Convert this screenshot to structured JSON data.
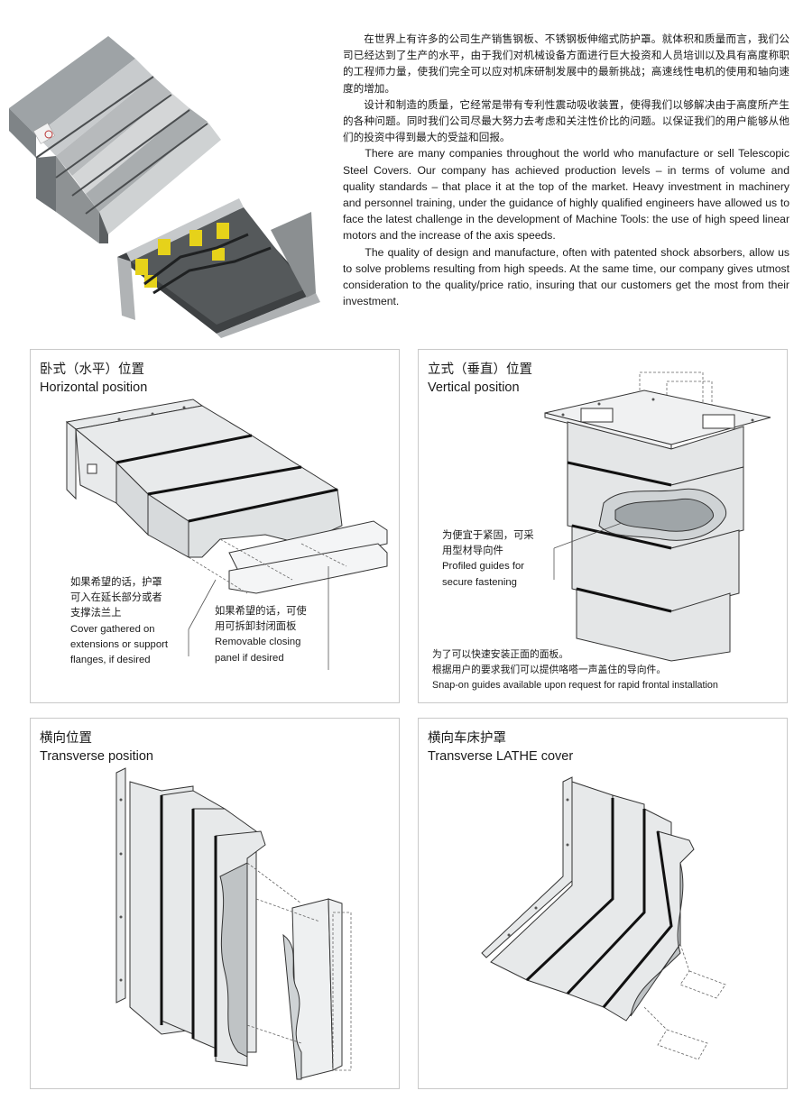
{
  "intro": {
    "zh_paragraphs": [
      "在世界上有许多的公司生产销售钢板、不锈钢板伸缩式防护罩。就体积和质量而言，我们公司已经达到了生产的水平，由于我们对机械设备方面进行巨大投资和人员培训以及具有高度称职的工程师力量，使我们完全可以应对机床研制发展中的最新挑战；高速线性电机的使用和轴向速度的增加。",
      "设计和制造的质量，它经常是带有专利性震动吸收装置，使得我们以够解决由于高度所产生的各种问题。同时我们公司尽最大努力去考虑和关注性价比的问题。以保证我们的用户能够从他们的投资中得到最大的受益和回报。"
    ],
    "en_paragraphs": [
      "There are many companies throughout the world who manufacture or sell Telescopic Steel Covers. Our company has achieved production levels – in terms of volume and quality standards – that place it at the top of the market. Heavy investment in machinery and personnel training, under the guidance of highly qualified engineers have allowed us to face the latest challenge in the development of Machine Tools: the use of high speed linear motors and the increase of the axis speeds.",
      "The quality of design and manufacture, often with patented shock absorbers, allow us to solve problems resulting from high speeds. At the same time, our company gives utmost consideration to the quality/price ratio, insuring that our customers get the most from their investment."
    ]
  },
  "panels": {
    "horizontal": {
      "title_zh": "卧式（水平）位置",
      "title_en": "Horizontal position",
      "caption_left": [
        "如果希望的话，护罩",
        "可入在延长部分或者",
        "支撑法兰上",
        "Cover gathered on",
        "extensions or support",
        "flanges, if desired"
      ],
      "caption_right": [
        "如果希望的话，可使",
        "用可拆卸封闭面板",
        "Removable closing",
        "panel if desired"
      ]
    },
    "vertical": {
      "title_zh": "立式（垂直）位置",
      "title_en": "Vertical position",
      "caption_guides": [
        "为便宜于紧固，可采",
        "用型材导向件",
        "Profiled guides for",
        "secure fastening"
      ],
      "caption_bottom": [
        "为了可以快速安装正面的面板。",
        "根据用户的要求我们可以提供咯嗒一声盖住的导向件。",
        "Snap-on guides available upon request for rapid frontal installation"
      ]
    },
    "transverse": {
      "title_zh": "横向位置",
      "title_en": "Transverse position"
    },
    "lathe": {
      "title_zh": "横向车床护罩",
      "title_en": "Transverse LATHE cover"
    }
  }
}
